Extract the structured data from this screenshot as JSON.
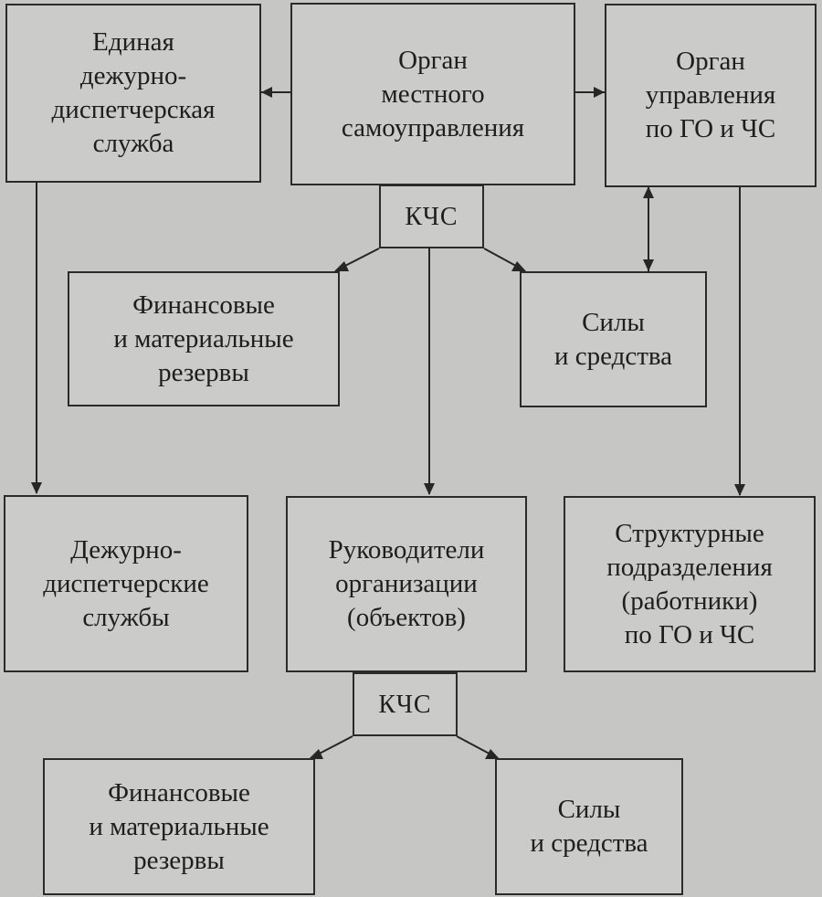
{
  "boxes": {
    "edds": "Единая\nдежурно-\nдиспетчерская\nслужба",
    "local_gov": "Орган\nместного\nсамоуправления",
    "go_chs_body": "Орган\nуправления\nпо ГО и ЧС",
    "kchs_top": "КЧС",
    "fin_reserves_top": "Финансовые\nи материальные\nрезервы",
    "forces_top": "Силы\nи средства",
    "duty_services": "Дежурно-\nдиспетчерские\nслужбы",
    "org_heads": "Руководители\nорганизации\n(объектов)",
    "struct_units": "Структурные\nподразделения\n(работники)\nпо ГО и ЧС",
    "kchs_bottom": "КЧС",
    "fin_reserves_bottom": "Финансовые\nи материальные\nрезервы",
    "forces_bottom": "Силы\nи средства"
  }
}
